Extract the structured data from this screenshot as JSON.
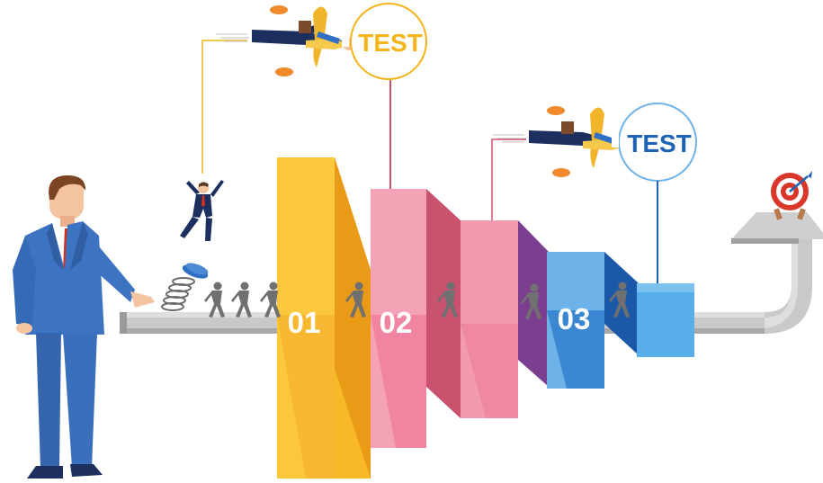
{
  "stages": [
    {
      "label": "01",
      "color": "#f7b928"
    },
    {
      "label": "02",
      "color": "#ef7c98"
    },
    {
      "label": "03",
      "color": "#4a97db"
    }
  ],
  "tests": [
    {
      "label": "TEST",
      "color": "#f4b41a"
    },
    {
      "label": "TEST",
      "color": "#1e63b4"
    }
  ],
  "icons": {
    "businessman": "businessman-presenter",
    "spring": "spring-launcher",
    "jumper": "jumping-businessman",
    "jetpack": "jetpack-flyer",
    "walker": "walking-person",
    "target": "target-goal"
  },
  "colors": {
    "pipe": "#c8c8c8",
    "pipe_dark": "#9a9a9a",
    "suit": "#3d74c1",
    "tie": "#d2321e",
    "walker": "#707070"
  }
}
